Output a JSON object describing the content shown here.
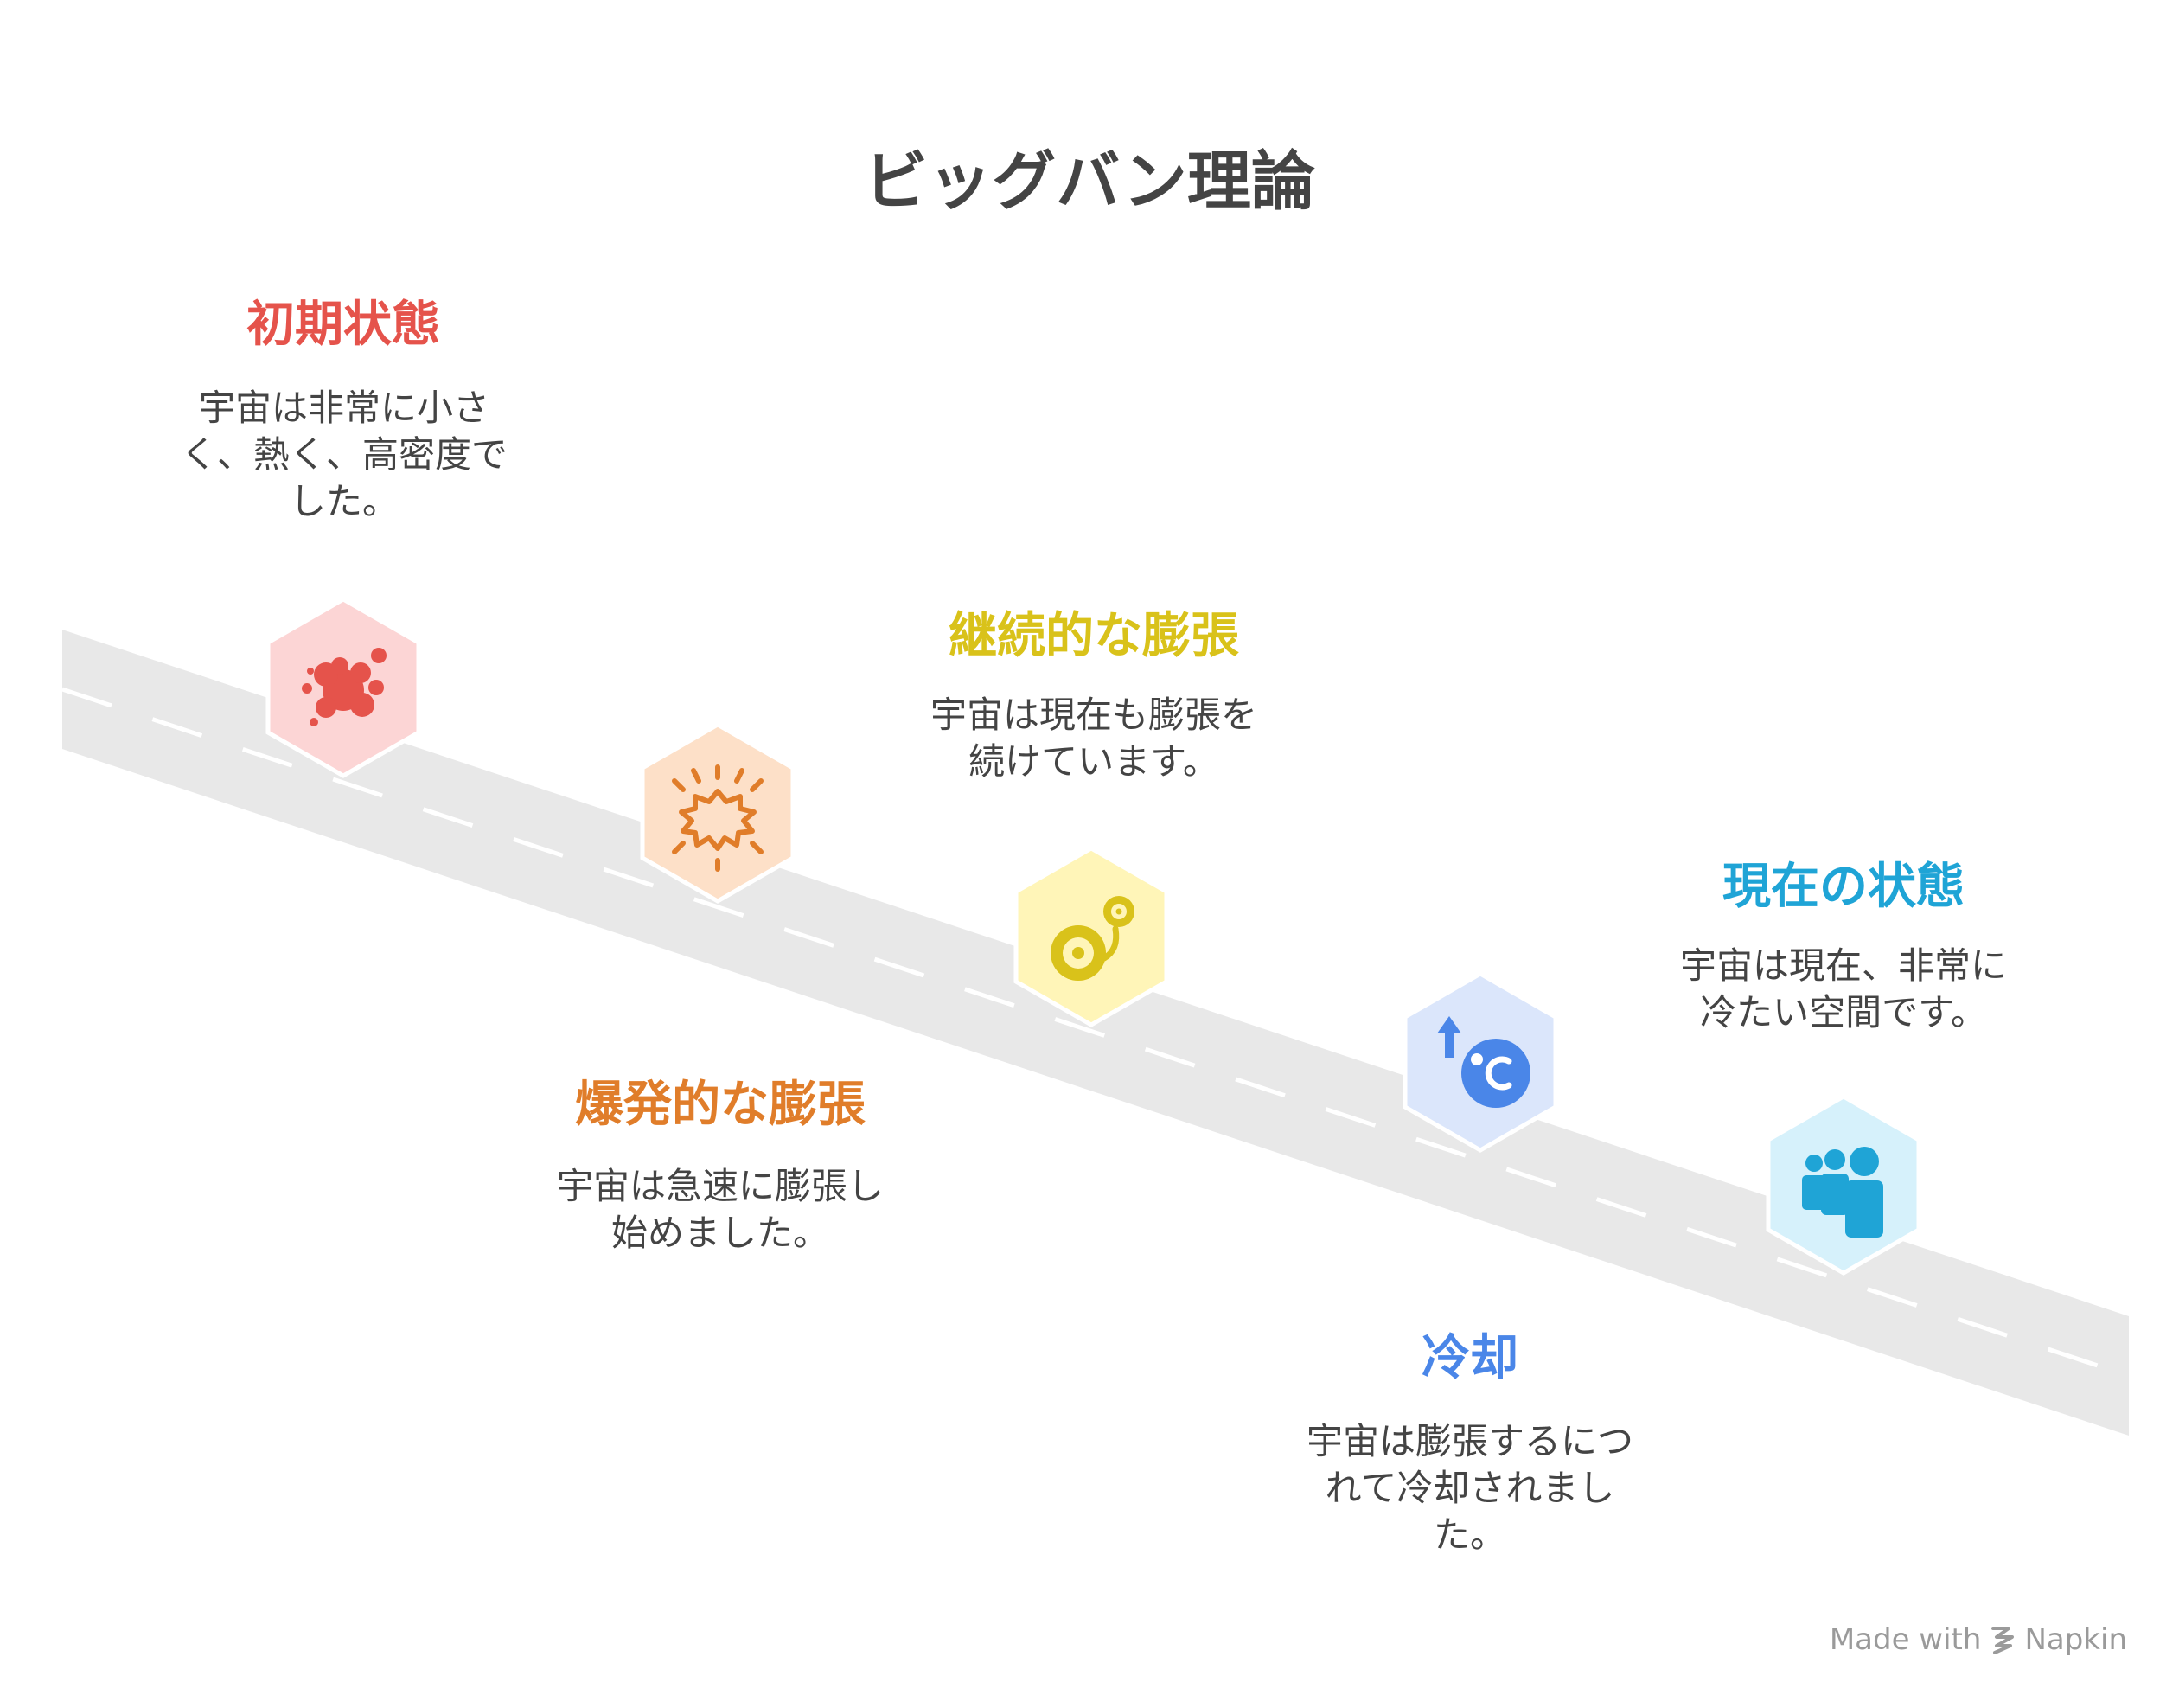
{
  "title": "ビッグバン理論",
  "stages": [
    {
      "title": "初期状態",
      "description": "宇宙は非常に小さ\nく、熱く、高密度で\nした。",
      "color": "#e5534b",
      "hex_fill": "#fcd5d5",
      "icon": "splatter-icon"
    },
    {
      "title": "爆発的な膨張",
      "description": "宇宙は急速に膨張し\n始めました。",
      "color": "#e07d2a",
      "hex_fill": "#fde0c8",
      "icon": "explosion-icon"
    },
    {
      "title": "継続的な膨張",
      "description": "宇宙は現在も膨張を\n続けています。",
      "color": "#d9c21a",
      "hex_fill": "#fff5b8",
      "icon": "spiral-expansion-icon"
    },
    {
      "title": "冷却",
      "description": "宇宙は膨張するにつ\nれて冷却されまし\nた。",
      "color": "#4a86e8",
      "hex_fill": "#dbe6fb",
      "icon": "temperature-celsius-icon"
    },
    {
      "title": "現在の状態",
      "description": "宇宙は現在、非常に\n冷たい空間です。",
      "color": "#1fa4d6",
      "hex_fill": "#d6f1fb",
      "icon": "people-group-icon"
    }
  ],
  "footer": {
    "made_with": "Made with",
    "brand": "Napkin"
  }
}
